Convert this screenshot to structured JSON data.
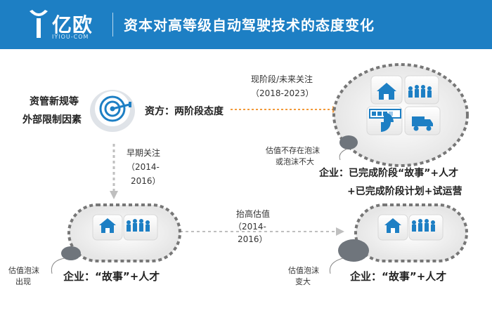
{
  "header": {
    "brand_name": "亿欧",
    "brand_url": "IYIOU-COM",
    "title": "资本对高等级自动驾驶技术的态度变化"
  },
  "constraint": {
    "line1": "资管新规等",
    "line2": "外部限制因素"
  },
  "capital_label": "资方：两阶段态度",
  "current_stage": {
    "line1": "现阶段/未来关注",
    "line2": "（2018-2023）"
  },
  "early_stage": {
    "line1": "早期关注",
    "line2": "（2014-",
    "line3": "2016）"
  },
  "raised_valuation": {
    "line1": "抬高估值",
    "line2": "（2014-",
    "line3": "2016）"
  },
  "bubbles": {
    "none_or_small_1": "估值不存在泡沫",
    "none_or_small_2": "或泡沫不大",
    "appear_1": "估值泡沫",
    "appear_2": "出现",
    "bigger_1": "估值泡沫",
    "bigger_2": "变大"
  },
  "enterprise": {
    "current_line1": "企业：已完成阶段“故事”+人才",
    "current_line2": "+已完成阶段计划+试运营",
    "early": "企业：“故事”+人才",
    "raised": "企业：“故事”+人才"
  },
  "colors": {
    "header": "#1d7fc4",
    "icon_blue": "#1d7fc4",
    "arrow_orange": "#f39a3a",
    "arrow_grey": "#bfbfbf",
    "dashed_ring": "#777777"
  },
  "icons": [
    "home-icon",
    "team-icon",
    "chart-icon",
    "truck-icon",
    "target-icon"
  ]
}
